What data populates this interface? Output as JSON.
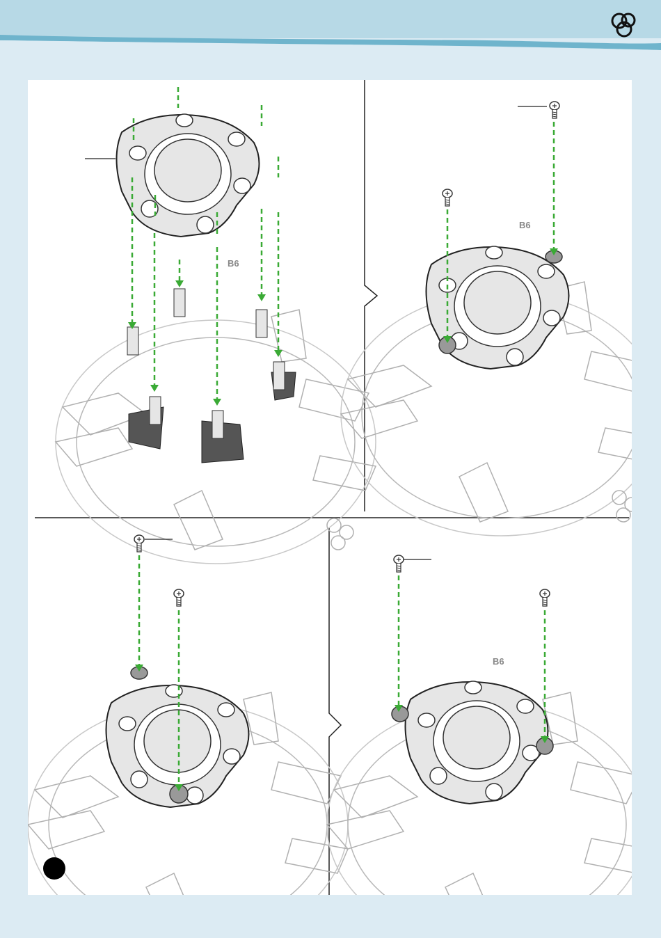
{
  "page": {
    "colors": {
      "background": "#dcebf3",
      "band": "#b7d9e6",
      "band_stripe": "#6fb4cc",
      "arrow": "#3aaa35",
      "part_fill": "#e6e6e6",
      "dark_fill": "#555555",
      "line": "#9a9a9a"
    }
  },
  "header": {
    "logo_icon": "three-circles-logo-icon"
  },
  "steps": [
    {
      "name": "step-1-place-top-plate",
      "icon": "top-plate-icon"
    },
    {
      "name": "step-2-screw-right",
      "icon": "screw-icon"
    },
    {
      "name": "step-3-screw-bottom",
      "icon": "screw-icon"
    },
    {
      "name": "step-4-screw-left",
      "icon": "screw-icon"
    }
  ],
  "labels": {
    "part_on_b6": "B6"
  },
  "step_badge": {
    "icon": "filled-circle-icon"
  }
}
